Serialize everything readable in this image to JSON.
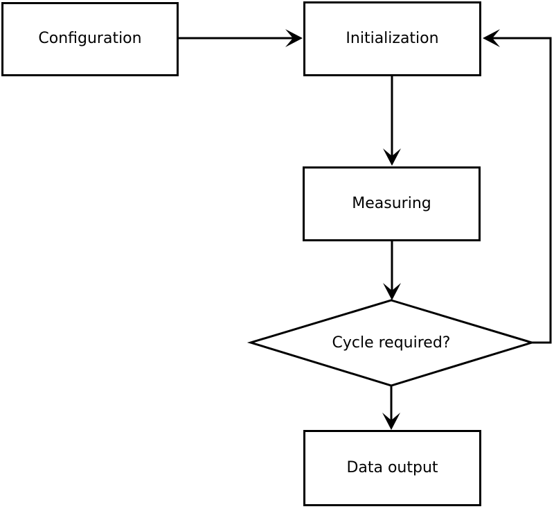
{
  "diagram": {
    "type": "flowchart",
    "background_color": "#ffffff",
    "stroke_color": "#000000",
    "node_fill_color": "#ffffff",
    "text_color": "#000000",
    "nodes": {
      "configuration": {
        "label": "Configuration",
        "shape": "rectangle"
      },
      "initialization": {
        "label": "Initialization",
        "shape": "rectangle"
      },
      "measuring": {
        "label": "Measuring",
        "shape": "rectangle"
      },
      "decision": {
        "label": "Cycle required?",
        "shape": "diamond"
      },
      "data_output": {
        "label": "Data output",
        "shape": "rectangle"
      }
    },
    "edges": [
      {
        "from": "configuration",
        "to": "initialization",
        "description": "configuration-to-initialization"
      },
      {
        "from": "initialization",
        "to": "measuring",
        "description": "initialization-to-measuring"
      },
      {
        "from": "measuring",
        "to": "decision",
        "description": "measuring-to-decision"
      },
      {
        "from": "decision",
        "to": "data_output",
        "description": "decision-to-data-output"
      },
      {
        "from": "decision",
        "to": "initialization",
        "description": "decision-loop-back-to-initialization"
      }
    ]
  }
}
